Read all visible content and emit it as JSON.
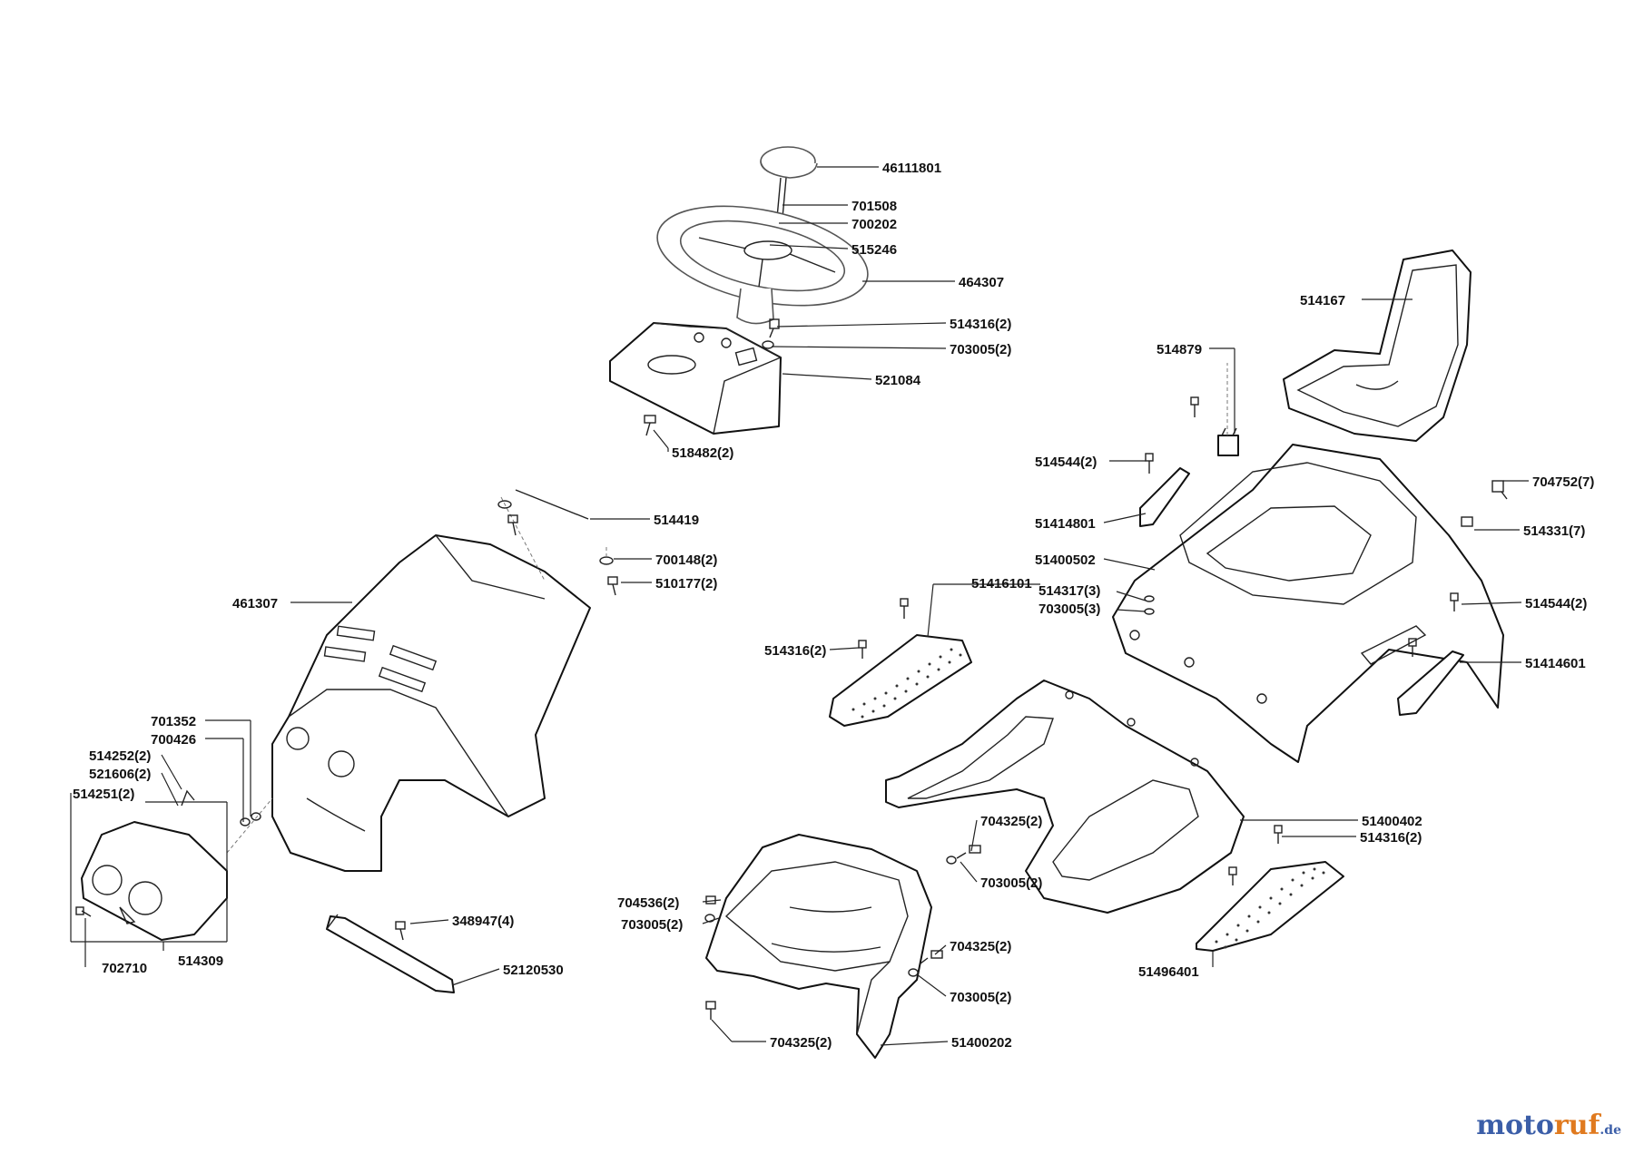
{
  "parts": [
    {
      "id": "46111801"
    },
    {
      "id": "701508"
    },
    {
      "id": "700202"
    },
    {
      "id": "515246"
    },
    {
      "id": "464307"
    },
    {
      "id": "514316(2)"
    },
    {
      "id": "703005(2)"
    },
    {
      "id": "521084"
    },
    {
      "id": "518482(2)"
    },
    {
      "id": "514419"
    },
    {
      "id": "700148(2)"
    },
    {
      "id": "510177(2)"
    },
    {
      "id": "461307"
    },
    {
      "id": "701352"
    },
    {
      "id": "700426"
    },
    {
      "id": "514252(2)"
    },
    {
      "id": "521606(2)"
    },
    {
      "id": "514251(2)"
    },
    {
      "id": "702710"
    },
    {
      "id": "514309"
    },
    {
      "id": "348947(4)"
    },
    {
      "id": "52120530"
    },
    {
      "id": "514167"
    },
    {
      "id": "514879"
    },
    {
      "id": "514544(2)"
    },
    {
      "id": "51414801"
    },
    {
      "id": "704752(7)"
    },
    {
      "id": "514331(7)"
    },
    {
      "id": "51400502"
    },
    {
      "id": "514317(3)"
    },
    {
      "id": "703005(3)"
    },
    {
      "id": "51416101"
    },
    {
      "id": "514316(2)"
    },
    {
      "id": "514544(2)"
    },
    {
      "id": "51414601"
    },
    {
      "id": "51400402"
    },
    {
      "id": "514316(2)"
    },
    {
      "id": "704325(2)"
    },
    {
      "id": "703005(2)"
    },
    {
      "id": "704536(2)"
    },
    {
      "id": "703005(2)"
    },
    {
      "id": "704325(2)"
    },
    {
      "id": "703005(2)"
    },
    {
      "id": "704325(2)"
    },
    {
      "id": "51400202"
    },
    {
      "id": "51496401"
    }
  ],
  "watermark": {
    "brand_a": "moto",
    "brand_b": "ruf",
    "tld": ".de"
  },
  "colors": {
    "watermark_blue": "#3b5ea8",
    "watermark_orange": "#e07a1f"
  }
}
